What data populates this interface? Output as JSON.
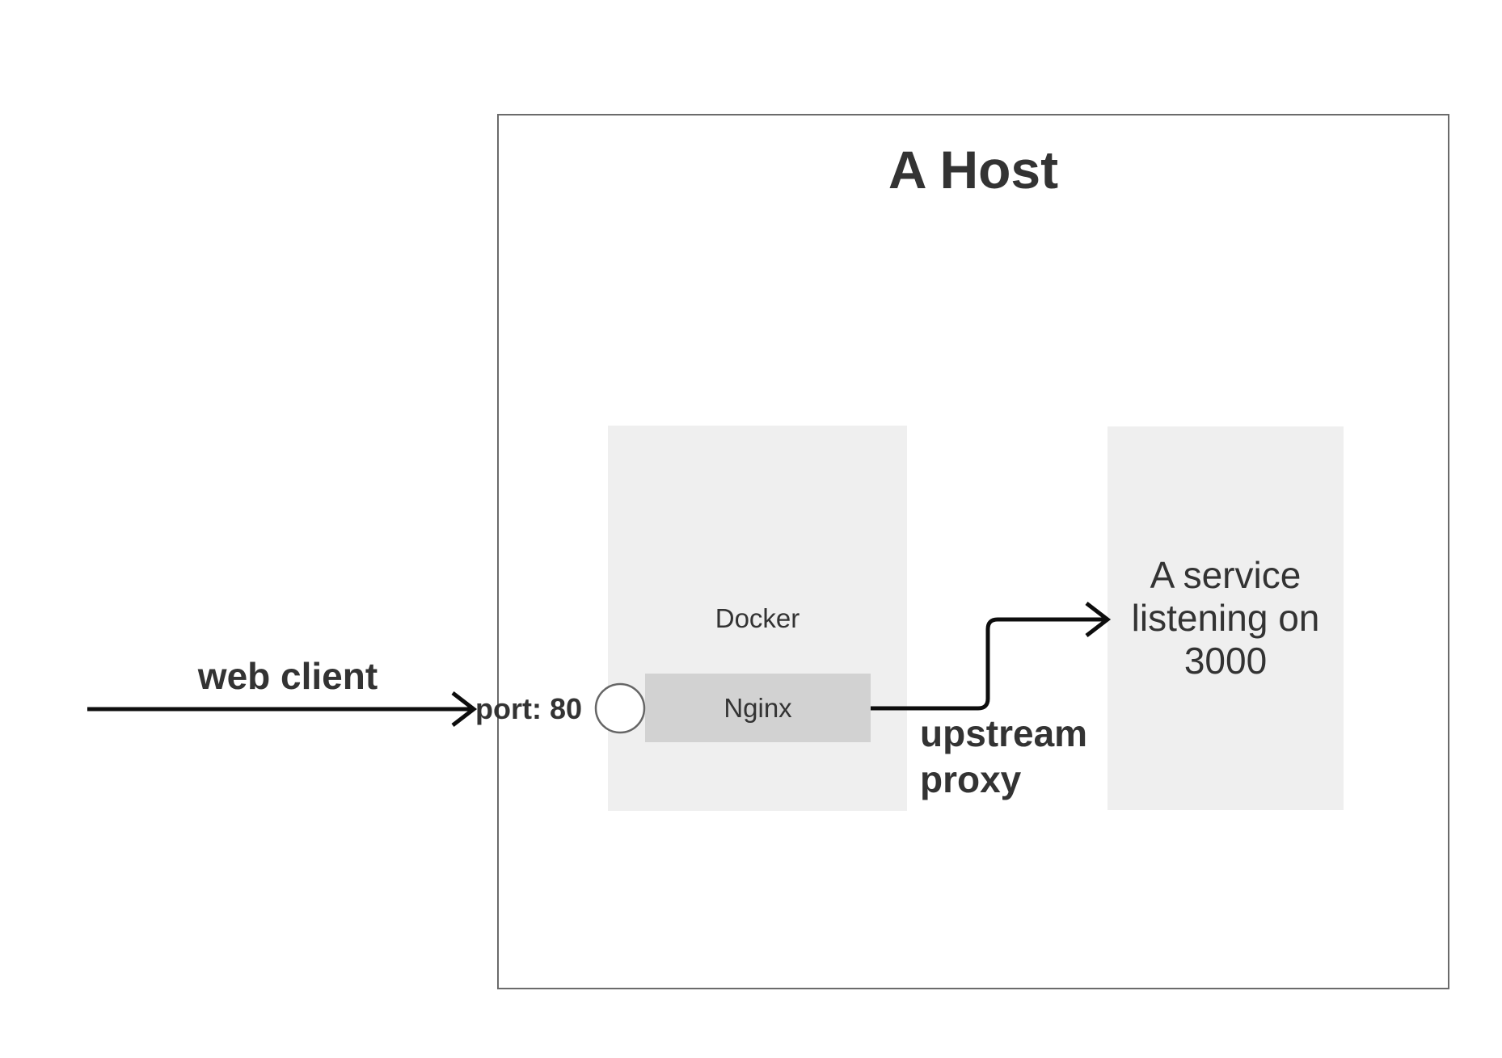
{
  "diagram": {
    "host": {
      "title": "A Host"
    },
    "docker_container": {
      "label": "Docker"
    },
    "nginx": {
      "label": "Nginx"
    },
    "service": {
      "label": "A service listening on 3000"
    },
    "annotations": {
      "web_client": "web client",
      "port": "port: 80",
      "upstream_proxy": "upstream proxy"
    },
    "icons": {
      "left_arrow": "right-arrow",
      "elbow_arrow": "elbow-right-arrow",
      "port_circle": "open-port-circle"
    },
    "colors": {
      "background": "#ffffff",
      "host_border": "#6b6b6b",
      "container_fill": "#efefef",
      "nginx_fill": "#d2d2d2",
      "circle_stroke": "#666666",
      "connector": "#0d0d0d",
      "text": "#333333"
    }
  }
}
